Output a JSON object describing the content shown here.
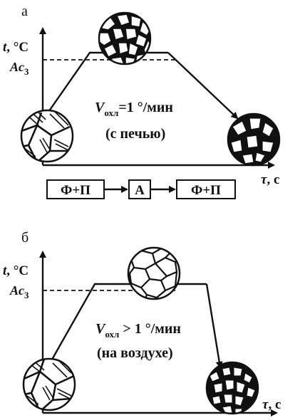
{
  "panel_a": {
    "letter": "а",
    "y_axis": {
      "symbol": "t",
      "unit": ", °C"
    },
    "x_axis": {
      "symbol": "τ",
      "unit": ", с"
    },
    "temp_mark": {
      "base": "Ac",
      "sub": "3"
    },
    "rate": {
      "v": "V",
      "sub": "охл",
      "text": "=1 °/мин"
    },
    "condition": "(с печью)",
    "sequence": [
      "Ф+П",
      "А",
      "Ф+П"
    ]
  },
  "panel_b": {
    "letter": "б",
    "y_axis": {
      "symbol": "t",
      "unit": ", °C"
    },
    "x_axis": {
      "symbol": "τ",
      "unit": ", с"
    },
    "temp_mark": {
      "base": "Ac",
      "sub": "3"
    },
    "rate": {
      "v": "V",
      "sub": "охл",
      "text": " > 1 °/мин"
    },
    "condition": "(на воздухе)"
  }
}
